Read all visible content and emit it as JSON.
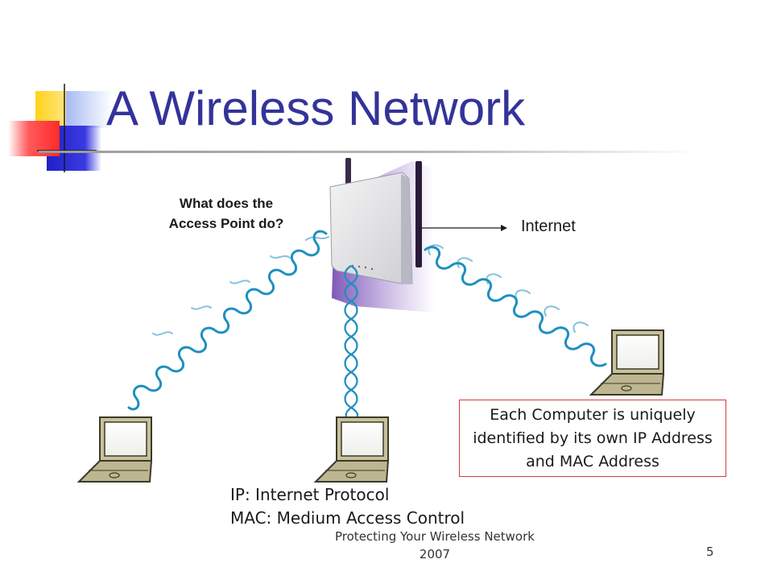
{
  "slide": {
    "title": "A Wireless Network",
    "access_point_question": [
      "What does the",
      "Access Point do?"
    ],
    "internet_label": "Internet",
    "info_box": "Each Computer is uniquely identified by its own IP Address and MAC Address",
    "abbreviations": [
      "IP: Internet Protocol",
      "MAC: Medium Access Control"
    ],
    "footer": [
      "Protecting Your Wireless Network",
      "2007"
    ],
    "page_number": "5"
  },
  "colors": {
    "title": "#33339a",
    "wave": "#1e8fc0",
    "box_border": "#d43a3a",
    "laptop_body": "#c8c19a",
    "laptop_outline": "#3a3a2a",
    "ap_shadow": "#5a3a9a"
  },
  "icons": [
    "access-point-icon",
    "laptop-icon",
    "wireless-signal-icon",
    "arrow-icon"
  ]
}
